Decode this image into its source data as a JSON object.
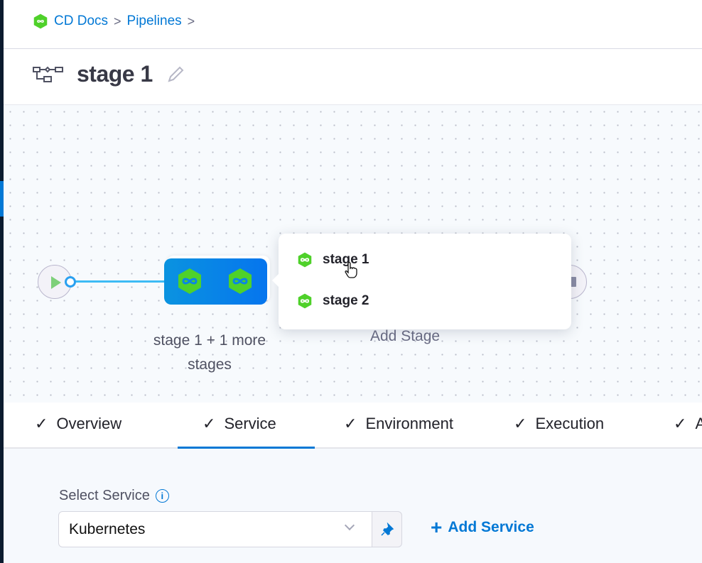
{
  "breadcrumb": {
    "items": [
      "CD Docs",
      "Pipelines"
    ],
    "separator": ">"
  },
  "header": {
    "title": "stage 1",
    "icon": "pipeline-stages-icon",
    "edit_icon": "pencil-icon"
  },
  "canvas": {
    "stage_group_label": "stage 1 + 1 more stages",
    "add_stage_label": "Add Stage",
    "popup": {
      "items": [
        {
          "label": "stage 1"
        },
        {
          "label": "stage 2"
        }
      ]
    }
  },
  "tabs": [
    {
      "label": "Overview",
      "done": true
    },
    {
      "label": "Service",
      "done": true,
      "active": true
    },
    {
      "label": "Environment",
      "done": true
    },
    {
      "label": "Execution",
      "done": true
    },
    {
      "label": "A",
      "done": true
    }
  ],
  "service": {
    "label": "Select Service",
    "selected": "Kubernetes",
    "add_label": "Add Service"
  },
  "colors": {
    "accent": "#0278d5",
    "stage_green": "#4fd12a",
    "node_blue": "#0675ee"
  }
}
